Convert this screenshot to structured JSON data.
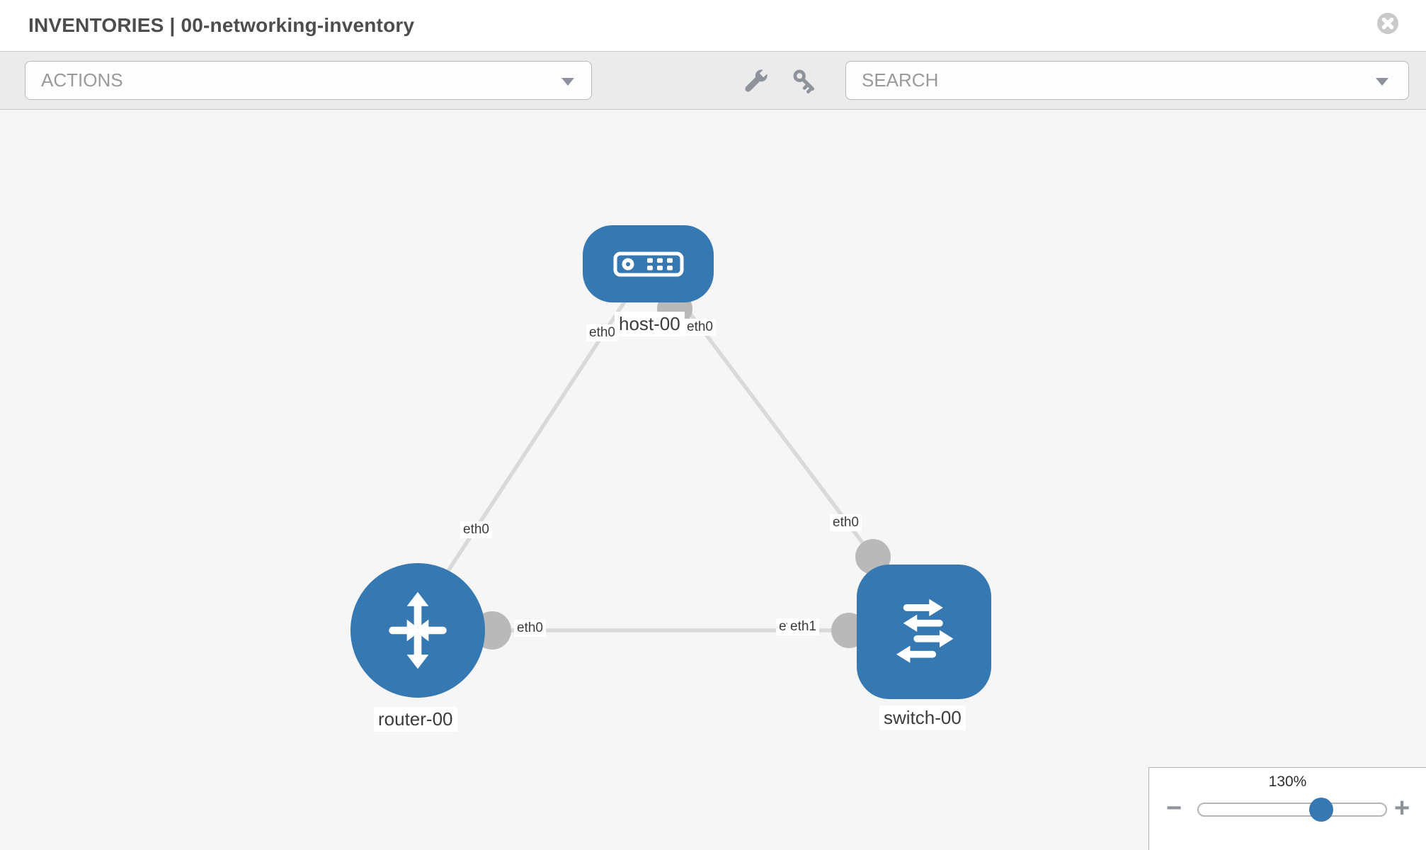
{
  "window": {
    "title": "INVENTORIES | 00-networking-inventory"
  },
  "toolbar": {
    "actions_label": "ACTIONS",
    "search_placeholder": "SEARCH"
  },
  "topology": {
    "nodes": [
      {
        "name": "host-00",
        "type": "host"
      },
      {
        "name": "router-00",
        "type": "router"
      },
      {
        "name": "switch-00",
        "type": "switch"
      }
    ],
    "links": [
      {
        "source": "host-00",
        "source_interface": "eth0",
        "target": "router-00",
        "target_interface": "eth0"
      },
      {
        "source": "host-00",
        "source_interface": "eth0",
        "target": "switch-00",
        "target_interface": "eth0"
      },
      {
        "source": "router-00",
        "source_interface": "eth0",
        "target": "switch-00",
        "target_interface": "eth1"
      }
    ]
  },
  "zoom_control": {
    "level": "130%",
    "minus_label": "−",
    "plus_label": "+"
  },
  "colors": {
    "node_blue": "#3679b2",
    "edge_gray": "#d9d9d9",
    "connector_gray": "#b9b9b9"
  }
}
